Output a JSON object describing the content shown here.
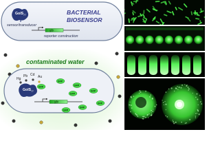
{
  "title": {
    "line1": "BACTERIAL",
    "line2": "BIOSENSOR"
  },
  "top_cell": {
    "protein_label": "GolS",
    "protein_subscript": "77",
    "sensor_label": "sensor/transducer",
    "gene_label": "gfp",
    "reporter_label": "reporter construction"
  },
  "water": {
    "label": "contaminated water"
  },
  "bottom_cell": {
    "protein_label": "GolS",
    "protein_subscript": "77",
    "metals": [
      "Hg",
      "Pb",
      "Cd",
      "Au"
    ],
    "gfp_label": "GFP",
    "gene_label": "gfp"
  },
  "colors": {
    "title": "#3a3f8f",
    "water_label": "#1a7a1a",
    "gfp_green": "#2bd12b",
    "cell_fill": "#e9edf5",
    "cell_stroke": "#6f7f9c",
    "protein": "#2a3a7a"
  },
  "photos": [
    {
      "name": "fluorescent-bacteria-micrograph"
    },
    {
      "name": "microplate-wells-fluorescence"
    },
    {
      "name": "test-tubes-fluorescence"
    },
    {
      "name": "agar-plate-colonies-fluorescence"
    }
  ]
}
